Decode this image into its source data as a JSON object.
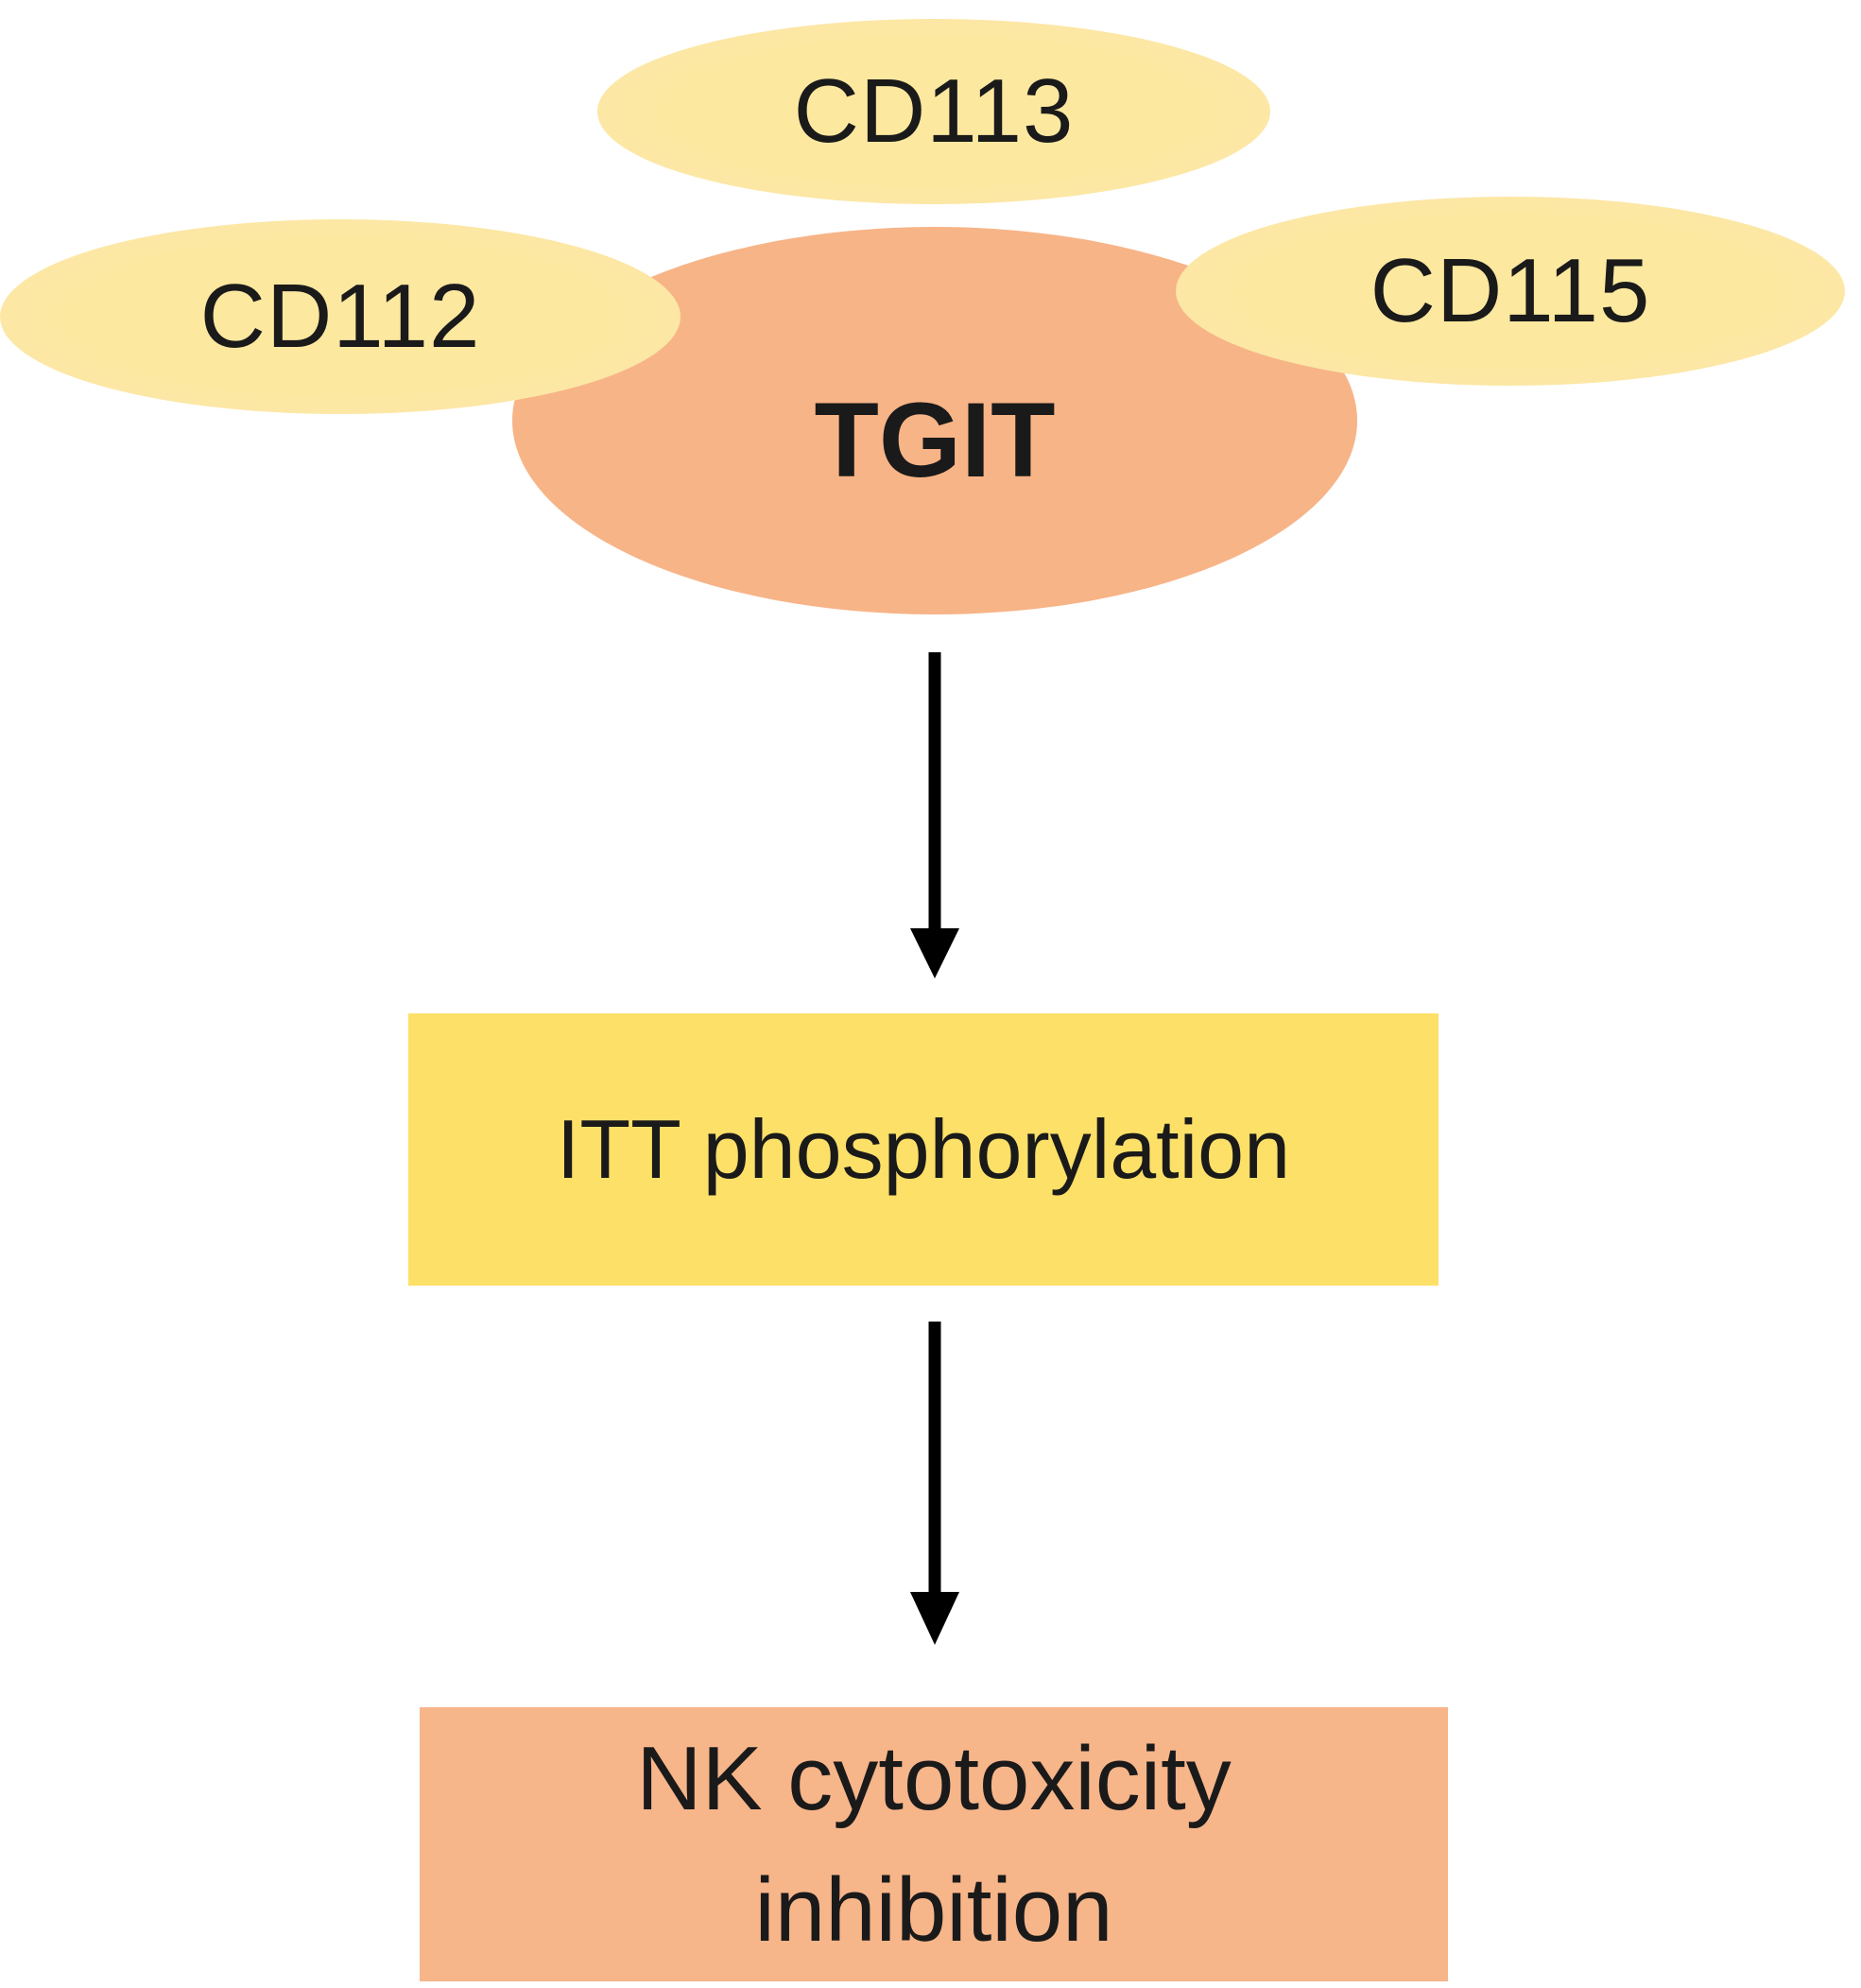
{
  "nodes": {
    "ligand_top": "CD113",
    "ligand_left": "CD112",
    "ligand_right": "CD115",
    "receptor": "TGIT",
    "step1": "ITT phosphorylation",
    "step2_line1": "NK cytotoxicity",
    "step2_line2": "inhibition"
  },
  "colors": {
    "ligand": "#fde8a0",
    "receptor": "#f7b487",
    "step1": "#fde068",
    "step2": "#f7b58a",
    "arrow": "#000000"
  }
}
